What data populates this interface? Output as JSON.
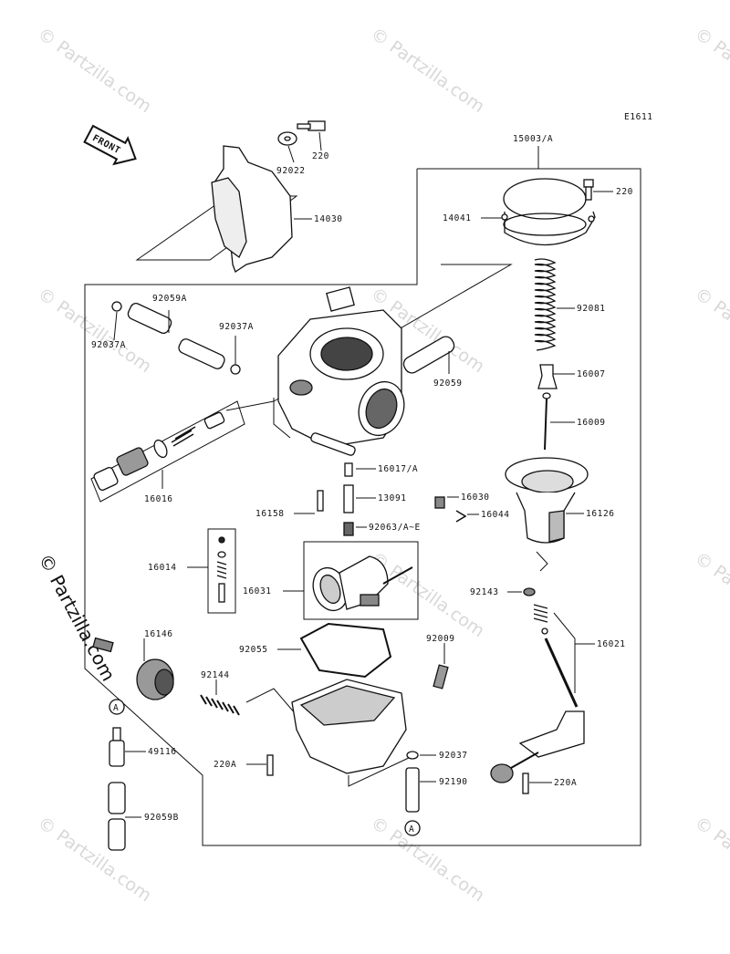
{
  "diagram_code": "E1611",
  "front_label": "FRONT",
  "watermark": "© Partzilla.com",
  "parts": {
    "p220_top": "220",
    "p92022": "92022",
    "p14030": "14030",
    "p15003A": "15003/A",
    "p220_cap": "220",
    "p14041": "14041",
    "p92081": "92081",
    "p16007": "16007",
    "p16009": "16009",
    "p92059A": "92059A",
    "p92037A_r": "92037A",
    "p92037A_l": "92037A",
    "p92059": "92059",
    "p16016": "16016",
    "p16017A": "16017/A",
    "p16158": "16158",
    "p13091": "13091",
    "p16030": "16030",
    "p16044": "16044",
    "p92063AE": "92063/A~E",
    "p16126": "16126",
    "p16014": "16014",
    "p16031": "16031",
    "p92143": "92143",
    "p16021": "16021",
    "p16146": "16146",
    "p92055": "92055",
    "p92009": "92009",
    "p92144": "92144",
    "p49116": "49116",
    "p220A_l": "220A",
    "p92037": "92037",
    "p92190": "92190",
    "p220A_r": "220A",
    "p92059B": "92059B",
    "ref_a_top": "A",
    "ref_a_bottom": "A"
  }
}
